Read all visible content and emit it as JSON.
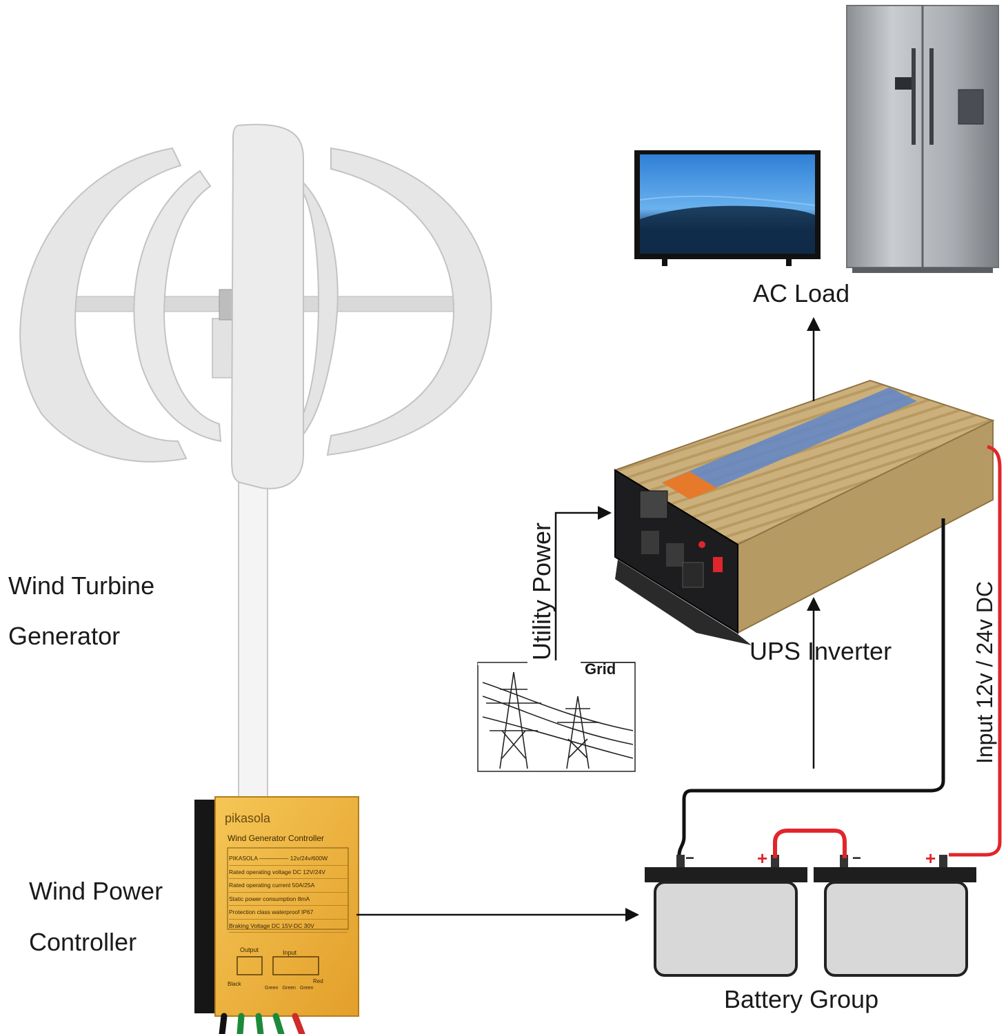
{
  "labels": {
    "ac_load": "AC Load",
    "wind_turbine_line1": "Wind Turbine",
    "wind_turbine_line2": "Generator",
    "wind_controller_line1": "Wind Power",
    "wind_controller_line2": "Controller",
    "utility_power": "Utility Power",
    "grid": "Grid",
    "ups_inverter": "UPS Inverter",
    "input_dc": "Input 12v / 24v DC",
    "battery_group": "Battery Group"
  },
  "controller": {
    "brand": "pikasola",
    "title": "Wind Generator Controller",
    "spec_rows": [
      "PIKASOLA ————— 12v/24v/600W",
      "Rated operating voltage DC 12V/24V",
      "Rated operating current 50A/25A",
      "Static power consumption 8mA",
      "Protection class waterproof IP67",
      "Braking Voltage DC 15V-DC 30V"
    ],
    "output_label": "Output",
    "input_label": "Input",
    "black_label": "Black",
    "red_label": "Red",
    "green_labels": [
      "Green",
      "Green",
      "Green"
    ]
  },
  "battery": {
    "plus": "+",
    "minus": "−"
  },
  "colors": {
    "wire_black": "#111111",
    "wire_red": "#e0262b",
    "turbine": "#e6e6e6",
    "controller": "#efb43a",
    "inverter": "#c9ad78",
    "battery": "#dcdcdc"
  }
}
